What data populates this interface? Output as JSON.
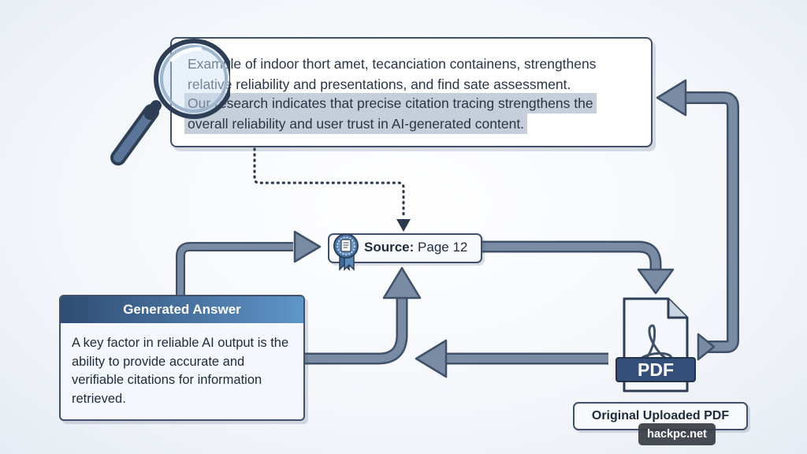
{
  "document_excerpt": {
    "lines": [
      "Example of indoor thort amet, tecanciation containens, strengthens",
      "relative reliability and presentations, and find sate assessment.",
      "Our research indicates that precise citation tracing strengthens the",
      "overall reliability and user trust in AI-generated content."
    ]
  },
  "source_citation": {
    "label": "Source:",
    "page": "Page 12"
  },
  "generated_answer": {
    "title": "Generated Answer",
    "body": "A key factor in reliable AI output is the ability to provide accurate and verifiable citations for information retrieved."
  },
  "pdf_document": {
    "badge": "PDF",
    "label": "Original Uploaded PDF"
  },
  "watermark": "hackpc.net",
  "colors": {
    "arrow": "#6f829a",
    "arrow_outline": "#3f5068",
    "card_border": "#3f5068",
    "header_start": "#2f4c73",
    "header_end": "#5f95c8",
    "highlight": "#c5ced9"
  },
  "icons": [
    "magnifying-glass-icon",
    "document-ribbon-icon",
    "pdf-file-icon",
    "acrobat-logo-icon"
  ]
}
